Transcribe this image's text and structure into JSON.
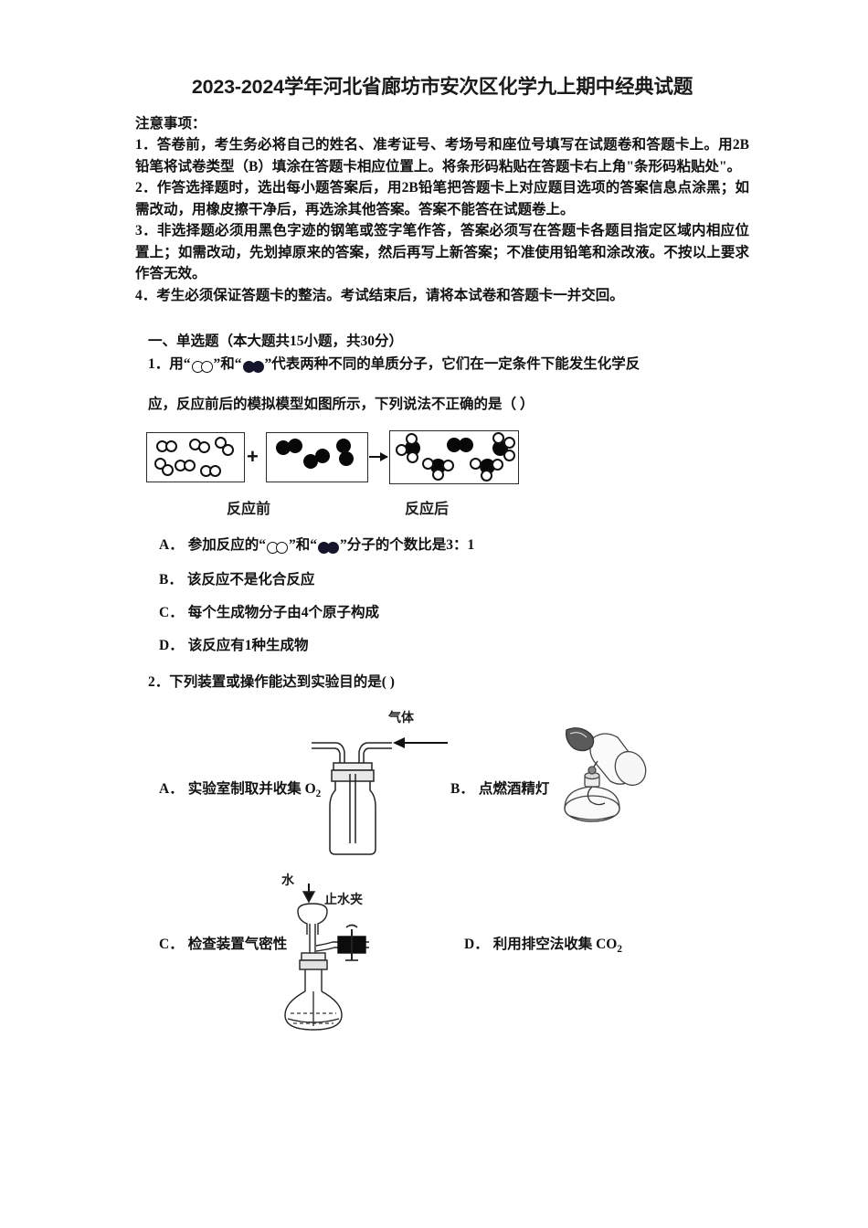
{
  "document": {
    "title": "2023-2024学年河北省廊坊市安次区化学九上期中经典试题"
  },
  "notice": {
    "heading": "注意事项：",
    "lines": [
      "1．答卷前，考生务必将自己的姓名、准考证号、考场号和座位号填写在试题卷和答题卡上。用2B铅笔将试卷类型（B）填涂在答题卡相应位置上。将条形码粘贴在答题卡右上角\"条形码粘贴处\"。",
      "2．作答选择题时，选出每小题答案后，用2B铅笔把答题卡上对应题目选项的答案信息点涂黑；如需改动，用橡皮擦干净后，再选涂其他答案。答案不能答在试题卷上。",
      "3．非选择题必须用黑色字迹的钢笔或签字笔作答，答案必须写在答题卡各题目指定区域内相应位置上；如需改动，先划掉原来的答案，然后再写上新答案；不准使用铅笔和涂改液。不按以上要求作答无效。",
      "4．考生必须保证答题卡的整洁。考试结束后，请将本试卷和答题卡一并交回。"
    ]
  },
  "section": {
    "heading": "一、单选题（本大题共15小题，共30分）"
  },
  "question1": {
    "stem_part1": "1．用“",
    "stem_part2": "”和“",
    "stem_part3": "”代表两种不同的单质分子，它们在一定条件下能发生化学反",
    "stem_line2": "应，反应前后的模拟模型如图所示，下列说法不正确的是（      ）",
    "figure": {
      "caption_before": "反应前",
      "caption_after": "反应后",
      "plus": "+"
    },
    "options": [
      {
        "label": "A．",
        "text_before": "参加反应的“",
        "text_mid": "”和“",
        "text_after": "”分子的个数比是3：1"
      },
      {
        "label": "B．",
        "text": "该反应不是化合反应"
      },
      {
        "label": "C．",
        "text": "每个生成物分子由4个原子构成"
      },
      {
        "label": "D．",
        "text": "该反应有1种生成物"
      }
    ]
  },
  "question2": {
    "stem": "2．下列装置或操作能达到实验目的是( )",
    "labels": {
      "gas": "气体",
      "water": "水",
      "pinch_clamp": "止水夹"
    },
    "options": [
      {
        "label": "A．",
        "text": "实验室制取并收集 O",
        "sub": "2"
      },
      {
        "label": "B．",
        "text": "点燃酒精灯",
        "sub": ""
      },
      {
        "label": "C．",
        "text": "检查装置气密性",
        "sub": ""
      },
      {
        "label": "D．",
        "text": "利用排空法收集 CO",
        "sub": "2"
      }
    ]
  }
}
